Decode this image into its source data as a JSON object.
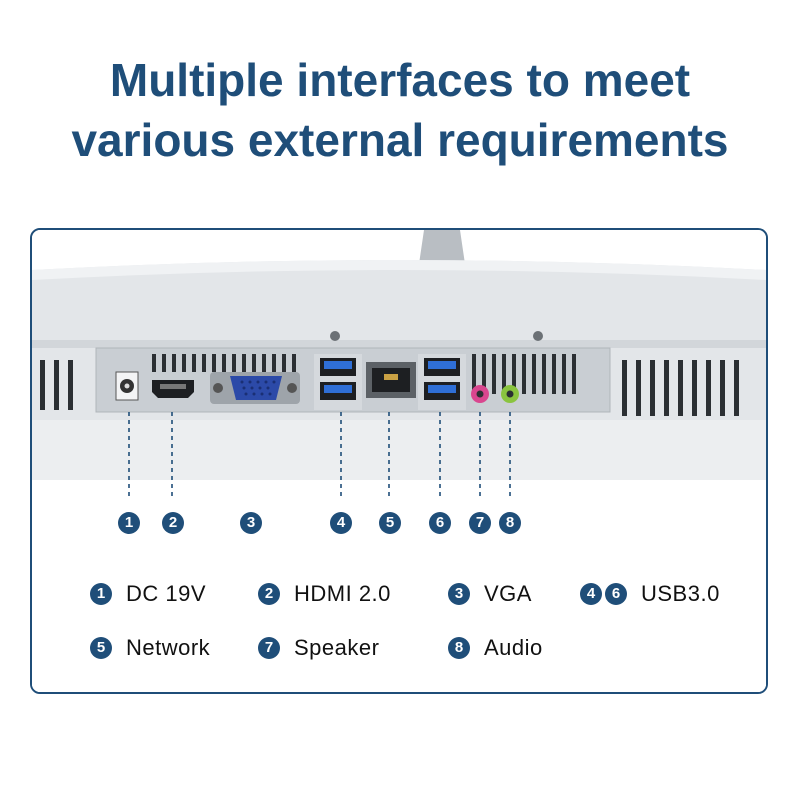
{
  "headline": {
    "line1": "Multiple interfaces to meet",
    "line2": "various external requirements"
  },
  "port_markers": [
    "1",
    "2",
    "3",
    "4",
    "5",
    "6",
    "7",
    "8"
  ],
  "legend": [
    {
      "numbers": [
        "1"
      ],
      "label": "DC 19V"
    },
    {
      "numbers": [
        "2"
      ],
      "label": "HDMI 2.0"
    },
    {
      "numbers": [
        "3"
      ],
      "label": "VGA"
    },
    {
      "numbers": [
        "4",
        "6"
      ],
      "label": "USB3.0"
    },
    {
      "numbers": [
        "5"
      ],
      "label": "Network"
    },
    {
      "numbers": [
        "7"
      ],
      "label": "Speaker"
    },
    {
      "numbers": [
        "8"
      ],
      "label": "Audio"
    }
  ],
  "colors": {
    "accent": "#1f4e79",
    "speaker_jack": "#d9468f",
    "audio_jack": "#8ac43f",
    "usb_blue": "#2f6fd6"
  }
}
